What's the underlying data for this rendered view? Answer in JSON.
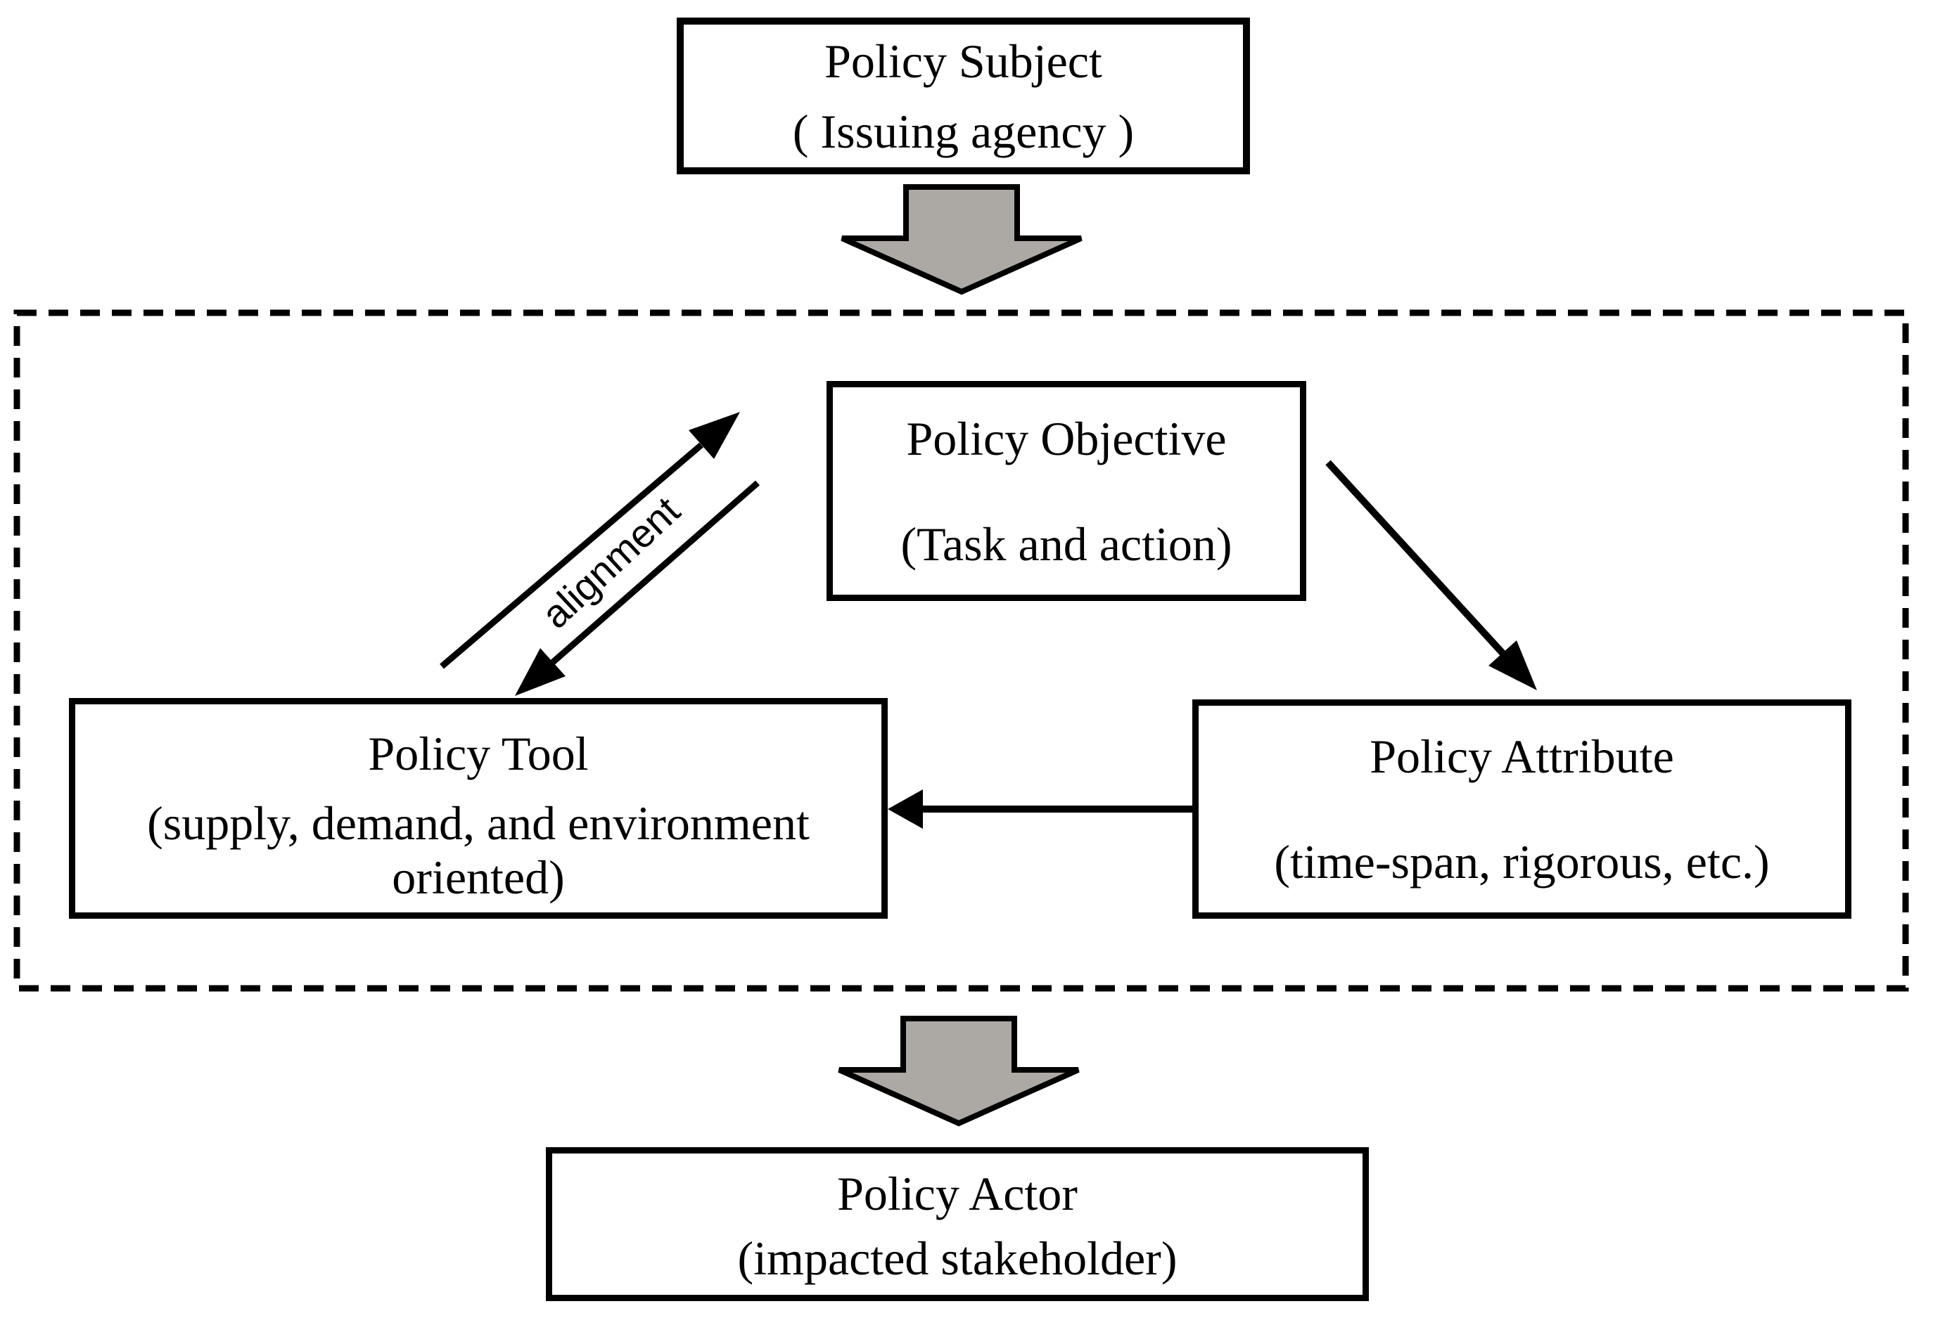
{
  "nodes": {
    "subject": {
      "title": "Policy Subject",
      "subtitle": "( Issuing agency )"
    },
    "objective": {
      "title": "Policy Objective",
      "subtitle": "(Task and action)"
    },
    "tool": {
      "title": "Policy Tool",
      "subtitle_lines": [
        "(supply, demand, and environment",
        "oriented)"
      ]
    },
    "attribute": {
      "title": "Policy Attribute",
      "subtitle": "(time-span, rigorous, etc.)"
    },
    "actor": {
      "title": "Policy Actor",
      "subtitle": "(impacted stakeholder)"
    }
  },
  "edges": {
    "alignment_label": "alignment"
  },
  "colors": {
    "block_arrow_fill": "#ACA8A3",
    "line_color": "#000000",
    "background": "#FFFFFF"
  }
}
